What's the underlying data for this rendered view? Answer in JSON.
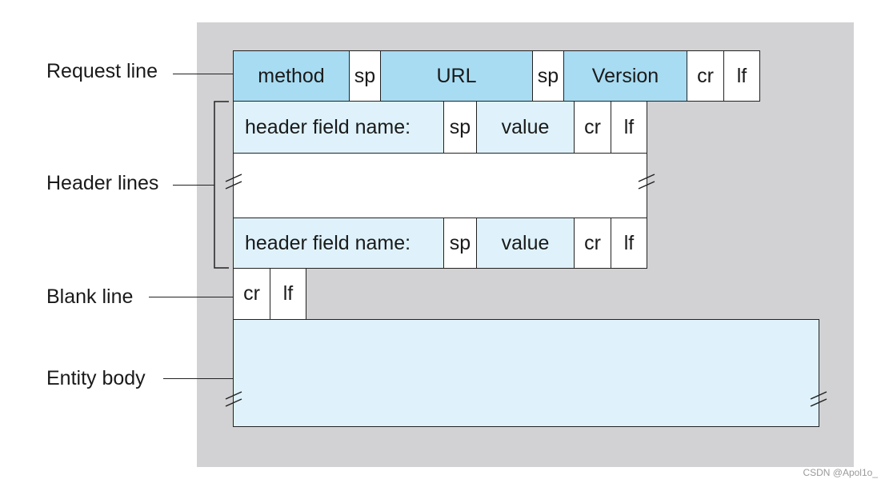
{
  "labels": {
    "request_line": "Request line",
    "header_lines": "Header lines",
    "blank_line": "Blank line",
    "entity_body": "Entity body"
  },
  "request_line": {
    "method": "method",
    "sp1": "sp",
    "url": "URL",
    "sp2": "sp",
    "version": "Version",
    "cr": "cr",
    "lf": "lf"
  },
  "header_line_1": {
    "field_name": "header field name:",
    "sp": "sp",
    "value": "value",
    "cr": "cr",
    "lf": "lf"
  },
  "header_line_2": {
    "field_name": "header field name:",
    "sp": "sp",
    "value": "value",
    "cr": "cr",
    "lf": "lf"
  },
  "blank_line": {
    "cr": "cr",
    "lf": "lf"
  },
  "watermark": "CSDN @Apol1o_",
  "colors": {
    "panel_bg": "#d2d2d4",
    "request_fill": "#a8dcf2",
    "header_fill": "#dff2fb",
    "body_fill": "#dff2fb",
    "border": "#222222"
  }
}
